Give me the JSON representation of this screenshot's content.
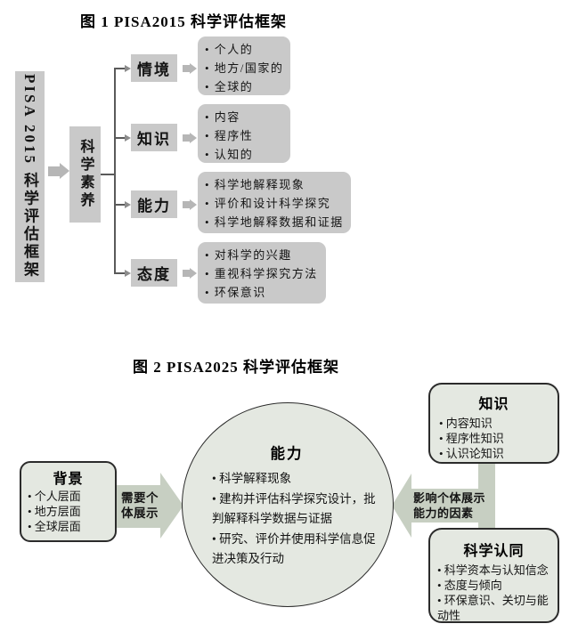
{
  "figure1": {
    "title": "图 1 PISA2015 科学评估框架",
    "root": "PISA 2015 科学评估框架",
    "core": "科学素养",
    "branches": [
      {
        "label": "情境",
        "items": [
          "个人的",
          "地方/国家的",
          "全球的"
        ]
      },
      {
        "label": "知识",
        "items": [
          "内容",
          "程序性",
          "认知的"
        ]
      },
      {
        "label": "能力",
        "items": [
          "科学地解释现象",
          "评价和设计科学探究",
          "科学地解释数据和证据"
        ]
      },
      {
        "label": "态度",
        "items": [
          "对科学的兴趣",
          "重视科学探究方法",
          "环保意识"
        ]
      }
    ]
  },
  "figure2": {
    "title": "图 2 PISA2025 科学评估框架",
    "background_box": {
      "title": "背景",
      "items": [
        "个人层面",
        "地方层面",
        "全球层面"
      ]
    },
    "left_arrow_label": "需要个体展示",
    "center_circle": {
      "title": "能力",
      "items": [
        "科学解释现象",
        "建构并评估科学探究设计，批判解释科学数据与证据",
        "研究、评价并使用科学信息促进决策及行动"
      ]
    },
    "right_arrow_label": "影响个体展示能力的因素",
    "knowledge_box": {
      "title": "知识",
      "items": [
        "内容知识",
        "程序性知识",
        "认识论知识"
      ]
    },
    "identity_box": {
      "title": "科学认同",
      "items": [
        "科学资本与认知信念",
        "态度与倾向",
        "环保意识、关切与能动性"
      ]
    }
  },
  "colors": {
    "fig1_box_gray": "#c9c9c9",
    "fig1_arrow_gray": "#b6b6b6",
    "connector_line": "#5a5a5a",
    "fig2_box_fill": "#e4e8e1",
    "fig2_arrow_fill": "#c7cfc2",
    "fig2_border": "#2b2b2b",
    "text": "#111111"
  }
}
